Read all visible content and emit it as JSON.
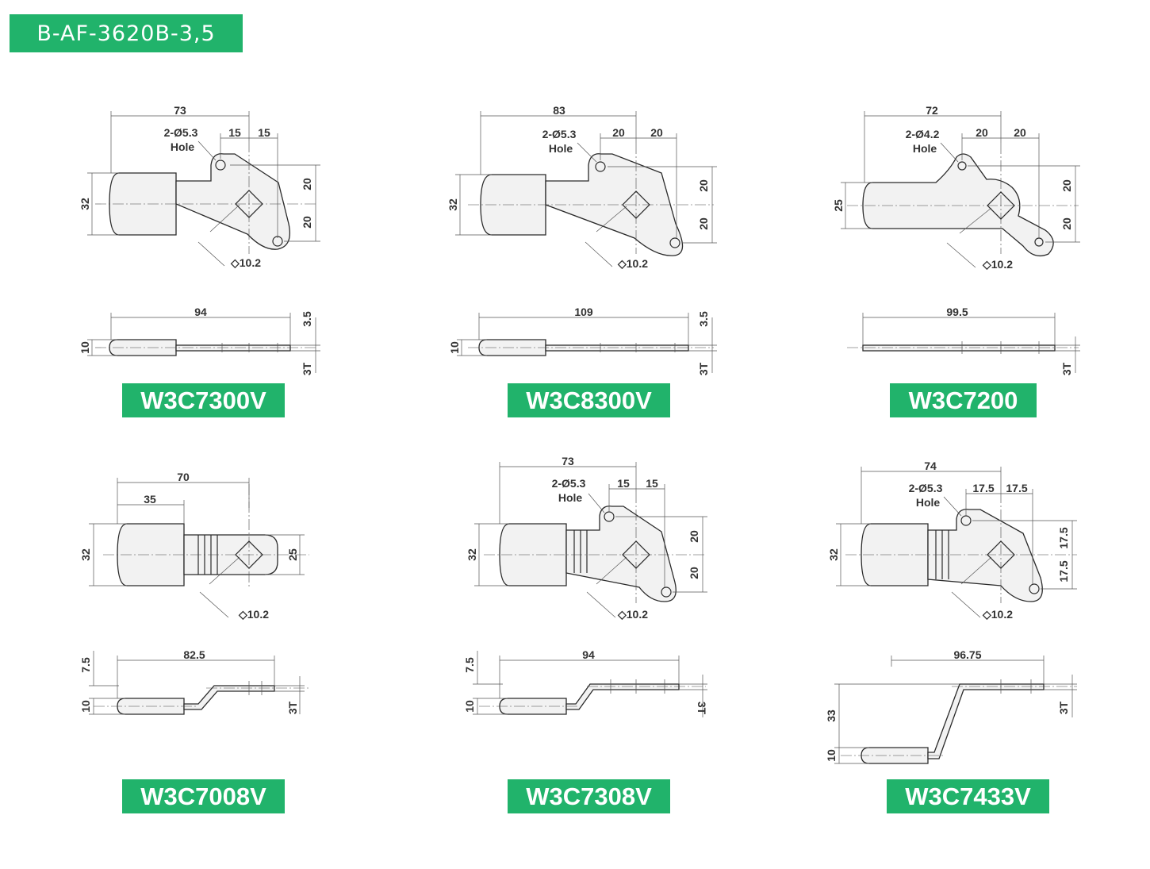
{
  "title": "B-AF-3620B-3,5",
  "models": [
    {
      "code": "W3C7300V"
    },
    {
      "code": "W3C8300V"
    },
    {
      "code": "W3C7200"
    },
    {
      "code": "W3C7008V"
    },
    {
      "code": "W3C7308V"
    },
    {
      "code": "W3C7433V"
    }
  ],
  "dims": {
    "d73": "73",
    "d15": "15",
    "d20": "20",
    "d32": "32",
    "d25": "25",
    "d94": "94",
    "d10": "10",
    "d35v": "3.5",
    "d3t": "3T",
    "sq": "◇10.2",
    "h53": "2-Ø5.3",
    "h42": "2-Ø4.2",
    "hole": "Hole",
    "d83": "83",
    "d109": "109",
    "d72": "72",
    "d995": "99.5",
    "d70": "70",
    "d35": "35",
    "d825": "82.5",
    "d75": "7.5",
    "d74": "74",
    "d175": "17.5",
    "d9675": "96.75",
    "d33": "33"
  }
}
